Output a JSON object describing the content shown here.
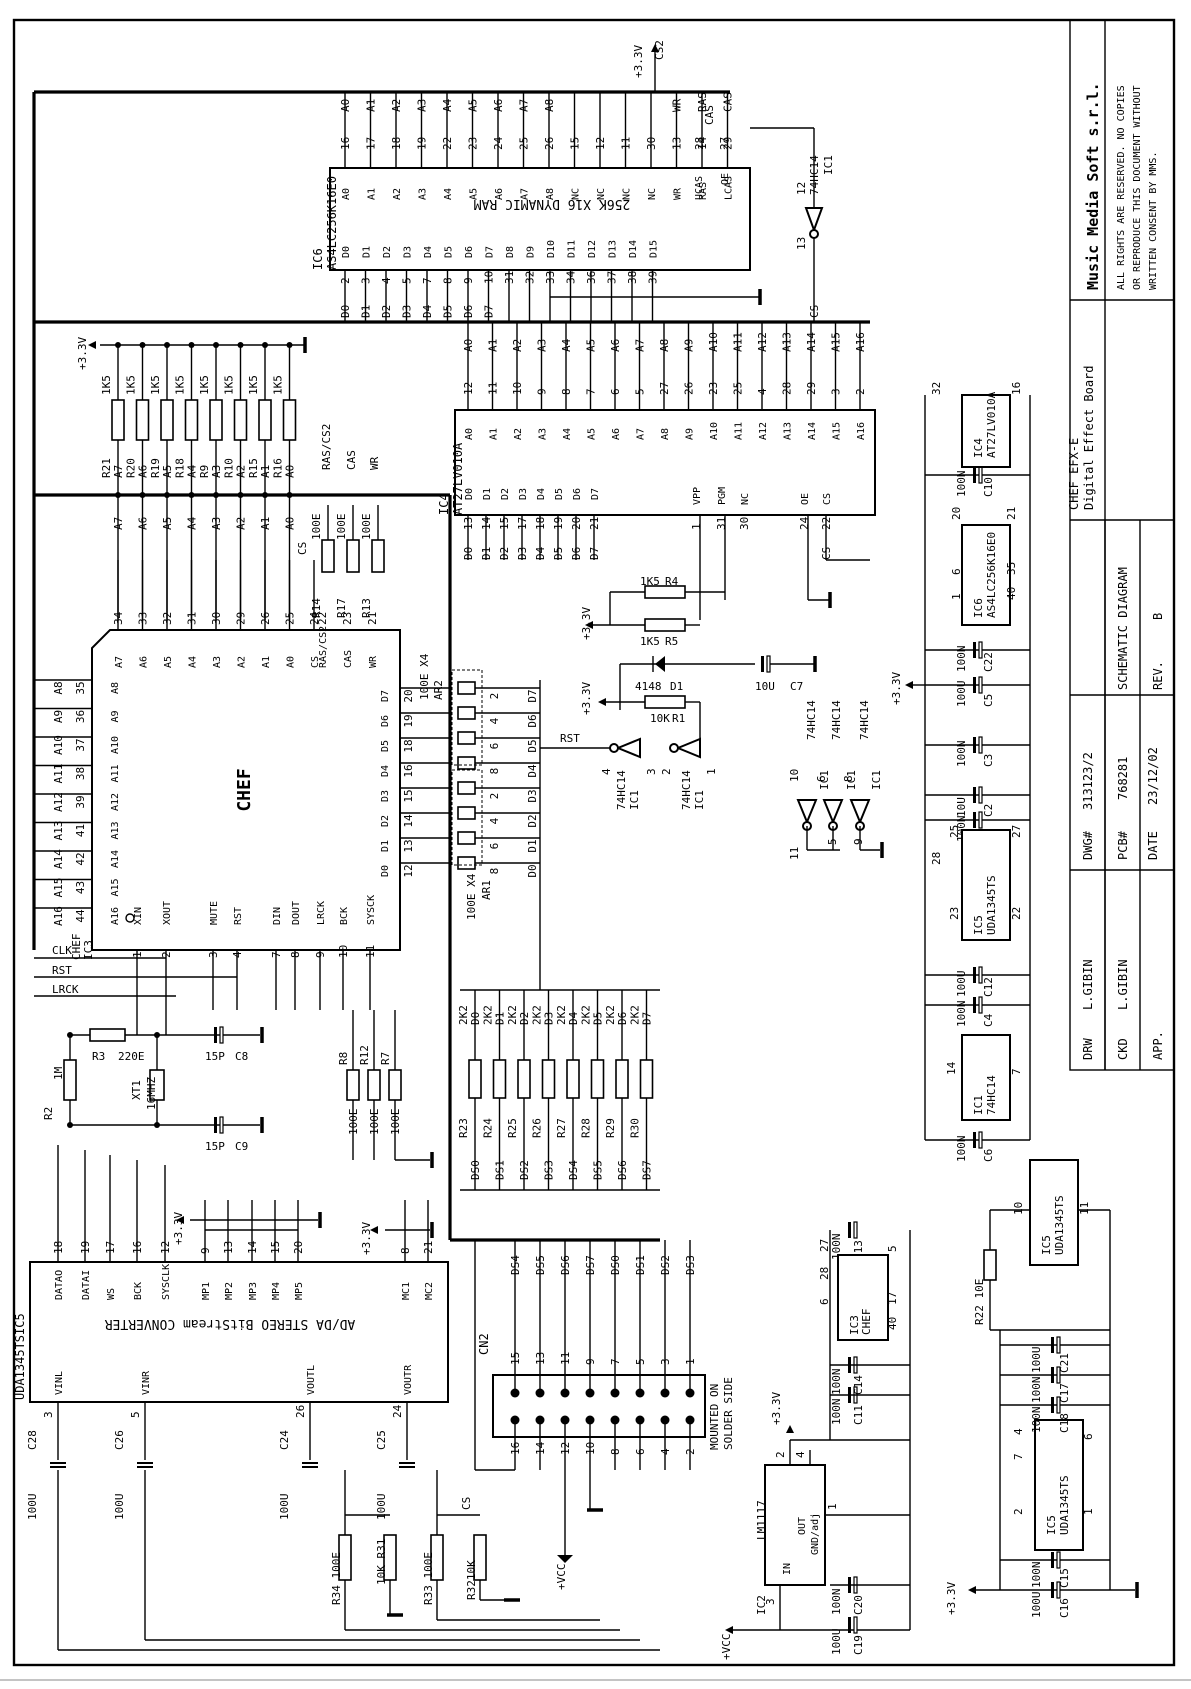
{
  "title_block": {
    "company": "Music Media Soft s.r.l.",
    "rights": [
      "ALL RIGHTS ARE RESERVED. NO COPIES",
      "OR REPRODUCE THIS DOCUMENT WITHOUT",
      "WRITTEN CONSENT BY MMS."
    ],
    "pcb_label": "PCB#",
    "pcb_number": "768281",
    "doc_type": "SCHEMATIC DIAGRAM",
    "board_name": "CHEF EFX-E",
    "board_desc": "Digital Effect Board",
    "dwg_label": "DWG#",
    "dwg_number": "313123/2",
    "date_label": "DATE",
    "date": "23/12/02",
    "rev_label": "REV.",
    "rev": "B",
    "drw_label": "DRW",
    "drw": "L.GIBIN",
    "ckd_label": "CKD",
    "ckd": "L.GIBIN",
    "app_label": "APP."
  },
  "components": {
    "ic6": {
      "ref": "IC6",
      "part": "AS4LC256K16E0",
      "desc": "256K X16 DYNAMIC RAM"
    },
    "ic4": {
      "ref": "IC4",
      "part": "AT27LV010A"
    },
    "ic3": {
      "ref": "CHEF",
      "ref2": "IC3",
      "name": "CHEF"
    },
    "ic5": {
      "ref": "UDA1345TSIC5",
      "desc": "AD/DA STEREO BitStream CONVERTER"
    },
    "cn2": {
      "ref": "CN2",
      "note1": "MOUNTED ON",
      "note2": "SOLDER SIDE"
    },
    "ic2": {
      "ref": "IC2",
      "part": "LM1117",
      "pin_in": "IN",
      "pin_out": "OUT",
      "pin_gnd": "GND/adj"
    },
    "ic1_inv": {
      "part": "74HC14",
      "ref": "IC1"
    },
    "ar1": {
      "ref": "AR1",
      "value": "100E X4"
    },
    "ar2": {
      "ref": "AR2",
      "value": "100E X4"
    },
    "xt1": {
      "ref": "XT1",
      "value": "16MHZ"
    },
    "d1": {
      "ref": "D1",
      "value": "4148"
    }
  },
  "ram_top_pins": {
    "signals": [
      "A0",
      "A1",
      "A2",
      "A3",
      "A4",
      "A5",
      "A6",
      "A7",
      "A8",
      "",
      "",
      "",
      "",
      "WR",
      "RAS",
      "CAS"
    ],
    "numbers": [
      "16",
      "17",
      "18",
      "19",
      "22",
      "23",
      "24",
      "25",
      "26",
      "15",
      "12",
      "11",
      "30",
      "13",
      "14",
      "29"
    ],
    "names": [
      "A0",
      "A1",
      "A2",
      "A3",
      "A4",
      "A5",
      "A6",
      "A7",
      "A8",
      "NC",
      "NC",
      "NC",
      "NC",
      "WR",
      "RAS",
      "LCAS"
    ]
  },
  "ram_bottom_pins": {
    "signals": [
      "D0",
      "D1",
      "D2",
      "D3",
      "D4",
      "D5",
      "D6",
      "D7"
    ],
    "numbers": [
      "2",
      "3",
      "4",
      "5",
      "7",
      "8",
      "9",
      "10",
      "31",
      "32",
      "33",
      "34",
      "36",
      "37",
      "38",
      "39"
    ],
    "names": [
      "D0",
      "D1",
      "D2",
      "D3",
      "D4",
      "D5",
      "D6",
      "D7",
      "D8",
      "D9",
      "D10",
      "D11",
      "D12",
      "D13",
      "D14",
      "D15"
    ]
  },
  "ram_extra": {
    "ucas_pin": "28",
    "ucas": "UCAS",
    "oe_pin": "27",
    "oe": "OE",
    "cs2": "CS2",
    "cas_top": "CAS"
  },
  "eprom_top_pins": {
    "signals": [
      "A0",
      "A1",
      "A2",
      "A3",
      "A4",
      "A5",
      "A6",
      "A7",
      "A8",
      "A9",
      "A10",
      "A11",
      "A12",
      "A13",
      "A14",
      "A15",
      "A16"
    ],
    "numbers": [
      "12",
      "11",
      "10",
      "9",
      "8",
      "7",
      "6",
      "5",
      "27",
      "26",
      "23",
      "25",
      "4",
      "28",
      "29",
      "3",
      "2"
    ],
    "names": [
      "A0",
      "A1",
      "A2",
      "A3",
      "A4",
      "A5",
      "A6",
      "A7",
      "A8",
      "A9",
      "A10",
      "A11",
      "A12",
      "A13",
      "A14",
      "A15",
      "A16"
    ]
  },
  "eprom_bottom": {
    "signals": [
      "D0",
      "D1",
      "D2",
      "D3",
      "D4",
      "D5",
      "D6",
      "D7"
    ],
    "numbers": [
      "13",
      "14",
      "15",
      "17",
      "18",
      "19",
      "20",
      "21"
    ],
    "names": [
      "D0",
      "D1",
      "D2",
      "D3",
      "D4",
      "D5",
      "D6",
      "D7"
    ],
    "vpp": "VPP",
    "pgm": "PGM",
    "nc": "NC",
    "oe": "OE",
    "cs": "CS",
    "vpp_pin": "1",
    "pgm_pin": "31",
    "nc_pin": "30",
    "oe_pin": "24",
    "cs_pin": "22",
    "cs_sig": "CS"
  },
  "pullups": {
    "refs": [
      "R21",
      "R20",
      "R19",
      "R18",
      "R9",
      "R10",
      "R15",
      "R16"
    ],
    "value": "1K5",
    "nets": [
      "A7",
      "A6",
      "A5",
      "A4",
      "A3",
      "A2",
      "A1",
      "A0"
    ],
    "supply": "+3.3V"
  },
  "chef_left_pins": {
    "nets": [
      "A8",
      "A9",
      "A10",
      "A11",
      "A12",
      "A13",
      "A14",
      "A15",
      "A16"
    ],
    "numbers": [
      "35",
      "36",
      "37",
      "38",
      "39",
      "41",
      "42",
      "43",
      "44"
    ],
    "names": [
      "A8",
      "A9",
      "A10",
      "A11",
      "A12",
      "A13",
      "A14",
      "A15",
      "A16"
    ]
  },
  "chef_top_pins": {
    "numbers": [
      "34",
      "33",
      "32",
      "31",
      "30",
      "29",
      "26",
      "25",
      "24",
      "22",
      "23",
      "21"
    ],
    "names": [
      "A7",
      "A6",
      "A5",
      "A4",
      "A3",
      "A2",
      "A1",
      "A0",
      "CS",
      "RAS/CS2",
      "CAS",
      "WR"
    ]
  },
  "chef_bottom_pins": {
    "numbers": [
      "1",
      "2",
      "3",
      "4",
      "7",
      "8",
      "9",
      "10",
      "11"
    ],
    "names": [
      "XIN",
      "XOUT",
      "MUTE",
      "RST",
      "DIN",
      "DOUT",
      "LRCK",
      "BCK",
      "SYSCK"
    ]
  },
  "chef_right_pins": {
    "names": [
      "D7",
      "D6",
      "D5",
      "D4",
      "D3",
      "D2",
      "D1",
      "D0"
    ],
    "numbers": [
      "20",
      "19",
      "18",
      "16",
      "15",
      "14",
      "13",
      "12"
    ]
  },
  "series_r": {
    "refs": [
      "R14",
      "R17",
      "R13"
    ],
    "value": "100E",
    "nets": [
      "CS",
      "RAS/CS2",
      "CAS",
      "WR"
    ]
  },
  "global_nets": {
    "clk": "CLK",
    "rst": "RST",
    "lrck": "LRCK",
    "rst_label": "RST"
  },
  "crystal_net": {
    "r2": "R2",
    "r2v": "1M",
    "r3": "R3",
    "r3v": "220E",
    "c8": "C8",
    "c8v": "15P",
    "c9": "C9",
    "c9v": "15P"
  },
  "audio_series": {
    "refs": [
      "R8",
      "R12",
      "R7"
    ],
    "value": "100E"
  },
  "data_pulldowns": {
    "refs": [
      "R23",
      "R24",
      "R25",
      "R26",
      "R27",
      "R28",
      "R29",
      "R30"
    ],
    "value": "2K2",
    "top_nets": [
      "D0",
      "D1",
      "D2",
      "D3",
      "D4",
      "D5",
      "D6",
      "D7"
    ],
    "bottom_nets": [
      "DS0",
      "DS1",
      "DS2",
      "DS3",
      "DS4",
      "DS5",
      "DS6",
      "DS7"
    ]
  },
  "reset_circuit": {
    "r4": "R4",
    "r4v": "1K5",
    "r5": "R5",
    "r5v": "1K5",
    "r1": "R1",
    "r1v": "10K",
    "c7": "C7",
    "c7v": "10U",
    "supply": "+3.3V"
  },
  "inverters": [
    {
      "in": "1",
      "out": "2",
      "gate": "74HC14",
      "ref": "IC1"
    },
    {
      "in": "3",
      "out": "4",
      "gate": "74HC14",
      "ref": "IC1"
    },
    {
      "in": "11",
      "out": "10",
      "gate": "74HC14",
      "ref": "IC1"
    },
    {
      "in": "5",
      "out": "6",
      "gate": "74HC14",
      "ref": "IC1"
    },
    {
      "in": "9",
      "out": "8",
      "gate": "74HC14",
      "ref": "IC1"
    },
    {
      "in": "13",
      "out": "12",
      "gate": "74HC14",
      "ref": "IC1"
    }
  ],
  "decoupling": {
    "caps": [
      {
        "ref": "C10",
        "value": "100N"
      },
      {
        "ref": "C22",
        "value": "100N"
      },
      {
        "ref": "C5",
        "value": "100U"
      },
      {
        "ref": "C3",
        "value": "100N"
      },
      {
        "ref": "C2",
        "value": "10U"
      },
      {
        "ref": "C1",
        "value": "100N"
      },
      {
        "ref": "C12",
        "value": "100U"
      },
      {
        "ref": "C4",
        "value": "100N"
      },
      {
        "ref": "C6",
        "value": "100N"
      }
    ],
    "ic4_pins": [
      "32",
      "16"
    ],
    "ic6_pins": [
      "20",
      "21",
      "6",
      "35",
      "1",
      "40"
    ],
    "ic5_pins": [
      "25",
      "28",
      "27",
      "23",
      "22"
    ],
    "ic1_pins": [
      "14",
      "7"
    ],
    "supply": "+3.3V"
  },
  "uda_pins": {
    "top_nums": [
      "18",
      "19",
      "17",
      "16",
      "12",
      "9",
      "13",
      "14",
      "15",
      "20",
      "8",
      "21"
    ],
    "top_names": [
      "DATAO",
      "DATAI",
      "WS",
      "BCK",
      "SYSCLK",
      "MP1",
      "MP2",
      "MP3",
      "MP4",
      "MP5",
      "MC1",
      "MC2"
    ],
    "bottom_nums": [
      "3",
      "5",
      "26",
      "24"
    ],
    "bottom_names": [
      "VINL",
      "VINR",
      "VOUTL",
      "VOUTR"
    ],
    "supply": "+3.3V"
  },
  "uda_caps": [
    {
      "ref": "C28",
      "value": "100U"
    },
    {
      "ref": "C26",
      "value": "100U"
    },
    {
      "ref": "C24",
      "value": "100U"
    },
    {
      "ref": "C25",
      "value": "100U"
    }
  ],
  "uda_res": [
    {
      "ref": "R34",
      "value": "100E"
    },
    {
      "ref": "R31",
      "value": "10K"
    },
    {
      "ref": "R33",
      "value": "100E"
    },
    {
      "ref": "R32",
      "value": "10K"
    }
  ],
  "cn2_pins": {
    "top_nums": [
      "15",
      "13",
      "11",
      "9",
      "7",
      "5",
      "3",
      "1"
    ],
    "bottom_nums": [
      "16",
      "14",
      "12",
      "10",
      "8",
      "6",
      "4",
      "2"
    ],
    "nets": [
      "DS4",
      "DS5",
      "DS6",
      "DS7",
      "DS0",
      "DS1",
      "DS2",
      "DS3"
    ],
    "vcc": "+VCC",
    "cs": "CS"
  },
  "regulator": {
    "supply_in": "+VCC",
    "supply_out": "+3.3V",
    "pin_in": "3",
    "pin_out": "2",
    "pin_tab": "4",
    "pin_gnd": "1",
    "caps": [
      {
        "ref": "C19",
        "value": "100U"
      },
      {
        "ref": "C20",
        "value": "100N"
      },
      {
        "ref": "C11",
        "value": "100N"
      },
      {
        "ref": "C14",
        "value": "100N"
      },
      {
        "ref": "C13",
        "value": "100N"
      }
    ],
    "ic3_pins": [
      "27",
      "5",
      "28",
      "6",
      "17",
      "40"
    ],
    "ic3_ref": "IC3",
    "ic3_name": "CHEF"
  },
  "bottom_right": {
    "r22": "R22",
    "r22v": "10E",
    "ic5_pins_a": [
      "10",
      "11"
    ],
    "ic5_pins_b": [
      "4",
      "7",
      "6",
      "2",
      "1"
    ],
    "ic5_ref": "IC5",
    "ic5_part": "UDA1345TS",
    "caps": [
      {
        "ref": "C21",
        "value": "100U"
      },
      {
        "ref": "C17",
        "value": "100N"
      },
      {
        "ref": "C18",
        "value": "100N"
      },
      {
        "ref": "C15",
        "value": "100N"
      },
      {
        "ref": "C16",
        "value": "100U"
      }
    ],
    "supply": "+3.3V"
  }
}
